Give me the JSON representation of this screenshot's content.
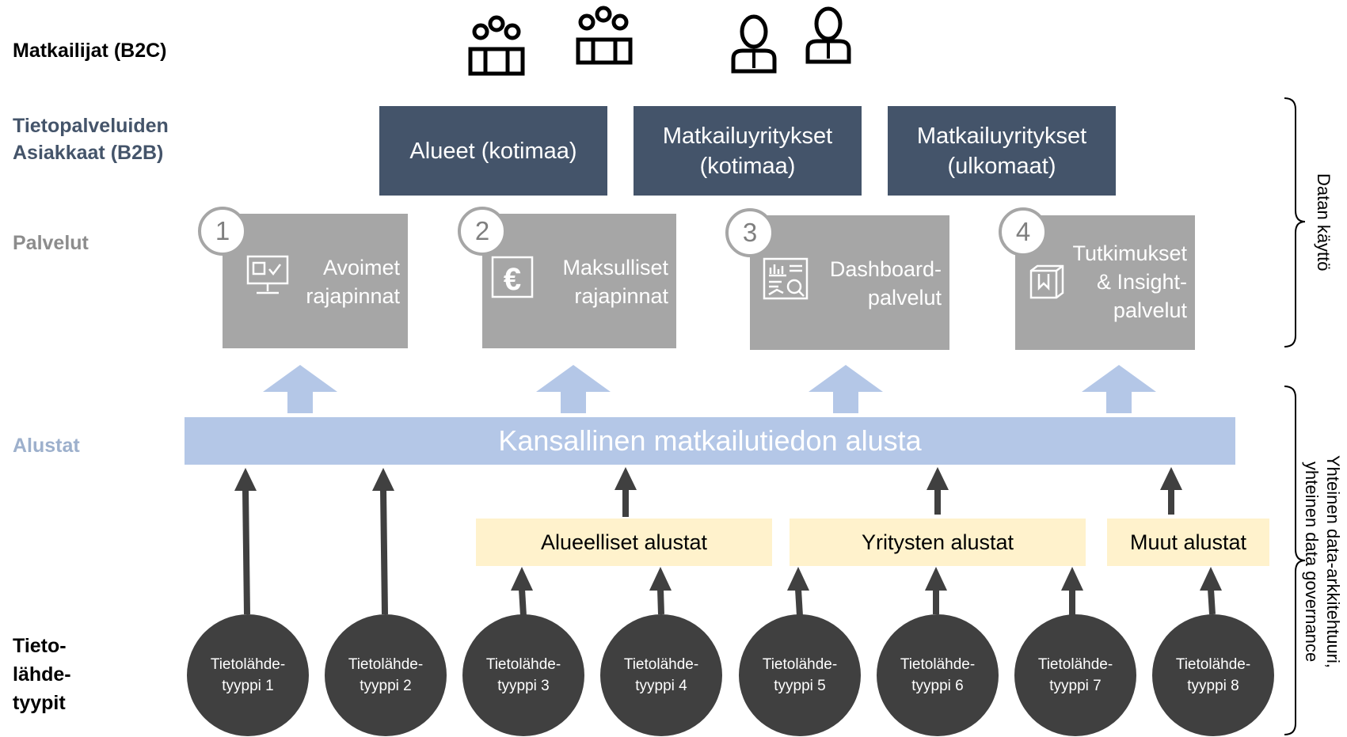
{
  "rows": {
    "b2c": "Matkailijat (B2C)",
    "b2b_line1": "Tietopalveluiden",
    "b2b_line2": "Asiakkaat (B2B)",
    "services": "Palvelut",
    "platforms": "Alustat",
    "sources_line1": "Tieto-",
    "sources_line2": "lähde-",
    "sources_line3": "tyypit"
  },
  "b2b_customers": [
    {
      "line1": "Alueet (kotimaa)",
      "line2": ""
    },
    {
      "line1": "Matkailuyritykset",
      "line2": "(kotimaa)"
    },
    {
      "line1": "Matkailuyritykset",
      "line2": "(ulkomaat)"
    }
  ],
  "services": [
    {
      "number": "1",
      "lines": [
        "Avoimet",
        "rajapinnat"
      ],
      "icon": "monitor-check-icon"
    },
    {
      "number": "2",
      "lines": [
        "Maksulliset",
        "rajapinnat"
      ],
      "icon": "euro-icon"
    },
    {
      "number": "3",
      "lines": [
        "Dashboard-",
        "palvelut"
      ],
      "icon": "dashboard-report-icon"
    },
    {
      "number": "4",
      "lines": [
        "Tutkimukset",
        "& Insight-",
        "palvelut"
      ],
      "icon": "book-icon"
    }
  ],
  "platform": "Kansallinen matkailutiedon alusta",
  "sub_platforms": [
    "Alueelliset alustat",
    "Yritysten alustat",
    "Muut alustat"
  ],
  "sources": [
    {
      "line1": "Tietolähde-",
      "line2": "tyyppi 1"
    },
    {
      "line1": "Tietolähde-",
      "line2": "tyyppi 2"
    },
    {
      "line1": "Tietolähde-",
      "line2": "tyyppi 3"
    },
    {
      "line1": "Tietolähde-",
      "line2": "tyyppi 4"
    },
    {
      "line1": "Tietolähde-",
      "line2": "tyyppi 5"
    },
    {
      "line1": "Tietolähde-",
      "line2": "tyyppi 6"
    },
    {
      "line1": "Tietolähde-",
      "line2": "tyyppi 7"
    },
    {
      "line1": "Tietolähde-",
      "line2": "tyyppi 8"
    }
  ],
  "brackets": {
    "usage": "Datan käyttö",
    "arch_line1": "Yhteinen data-arkkitehtuuri,",
    "arch_line2": "yhteinen data governance"
  },
  "colors": {
    "b2b_box": "#44546a",
    "service_box": "#a6a6a6",
    "platform": "#b4c7e7",
    "sub_platform": "#fff2cc",
    "source_circle": "#404040",
    "arrow_dark": "#404040",
    "arrow_light": "#b4c7e7"
  },
  "icons": {
    "b2c": [
      "people-group-icon",
      "people-group-icon",
      "business-person-icon",
      "business-person-icon"
    ]
  }
}
